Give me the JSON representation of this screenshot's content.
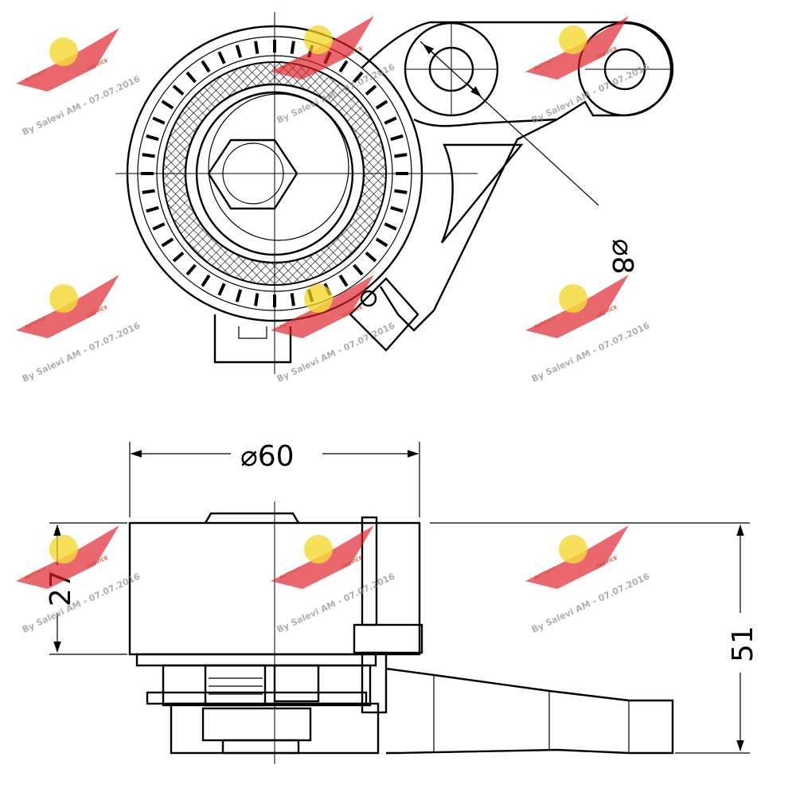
{
  "drawing": {
    "dimensions": {
      "hole_diameter": "8",
      "outer_diameter": "60",
      "pulley_height": "27",
      "total_height": "51"
    },
    "watermark": {
      "text": "By Salevi AM - 07.07.2016",
      "logo_top": "AUTOKIT",
      "logo_bottom": "SERVICE",
      "color_wing": "#e0202a",
      "color_badge": "#f5d31a"
    }
  }
}
